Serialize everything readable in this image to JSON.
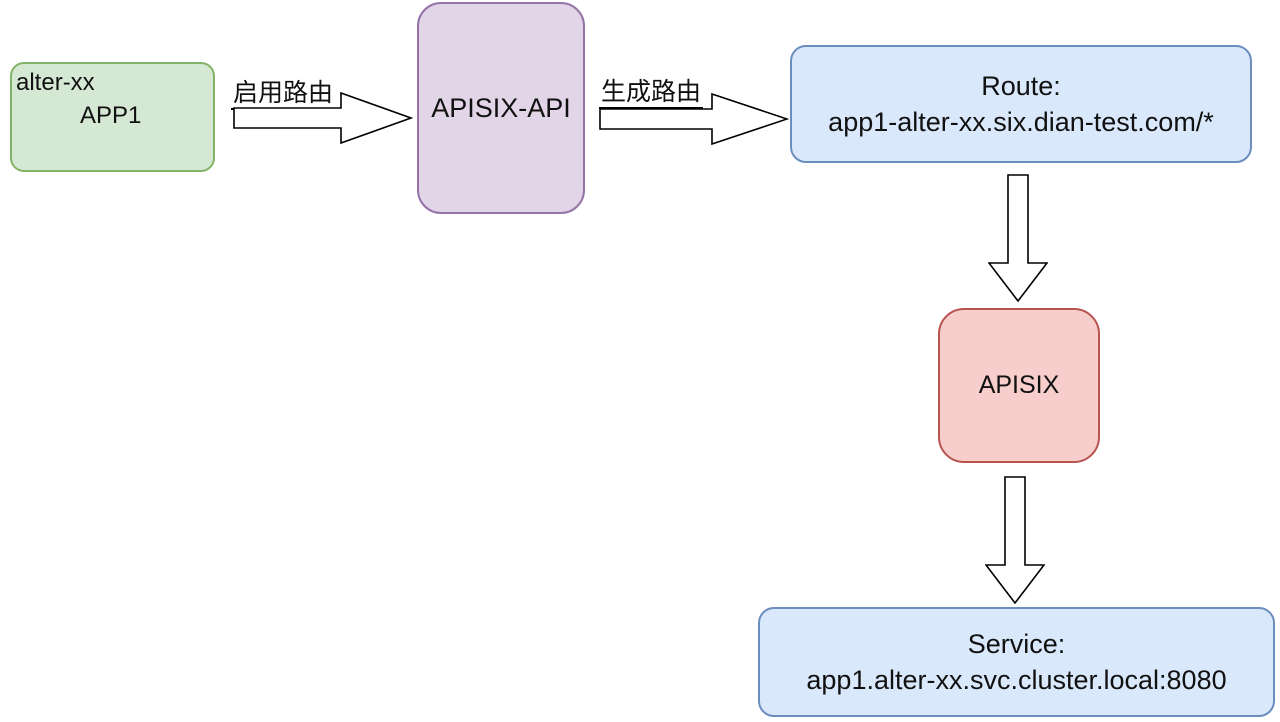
{
  "canvas": {
    "background": "#ffffff",
    "text_color": "#111111"
  },
  "nodes": {
    "app1": {
      "line1": "alter-xx",
      "line2": "APP1",
      "fill": "#d5e8d4",
      "stroke": "#82b366"
    },
    "apisix_api": {
      "label": "APISIX-API",
      "fill": "#e1d5e7",
      "stroke": "#9673a6"
    },
    "route": {
      "title": "Route:",
      "value": "app1-alter-xx.six.dian-test.com/*",
      "fill": "#dae8fc",
      "stroke": "#6c8ebf"
    },
    "apisix": {
      "label": "APISIX",
      "fill": "#f8cecc",
      "stroke": "#b85450"
    },
    "service": {
      "title": "Service:",
      "value": "app1.alter-xx.svc.cluster.local:8080",
      "fill": "#dae8fc",
      "stroke": "#6c8ebf"
    }
  },
  "edges": {
    "enable_route": {
      "label": "启用路由"
    },
    "generate_route": {
      "label": "生成路由"
    }
  },
  "arrow_style": {
    "fill": "#ffffff",
    "stroke": "#000000"
  }
}
